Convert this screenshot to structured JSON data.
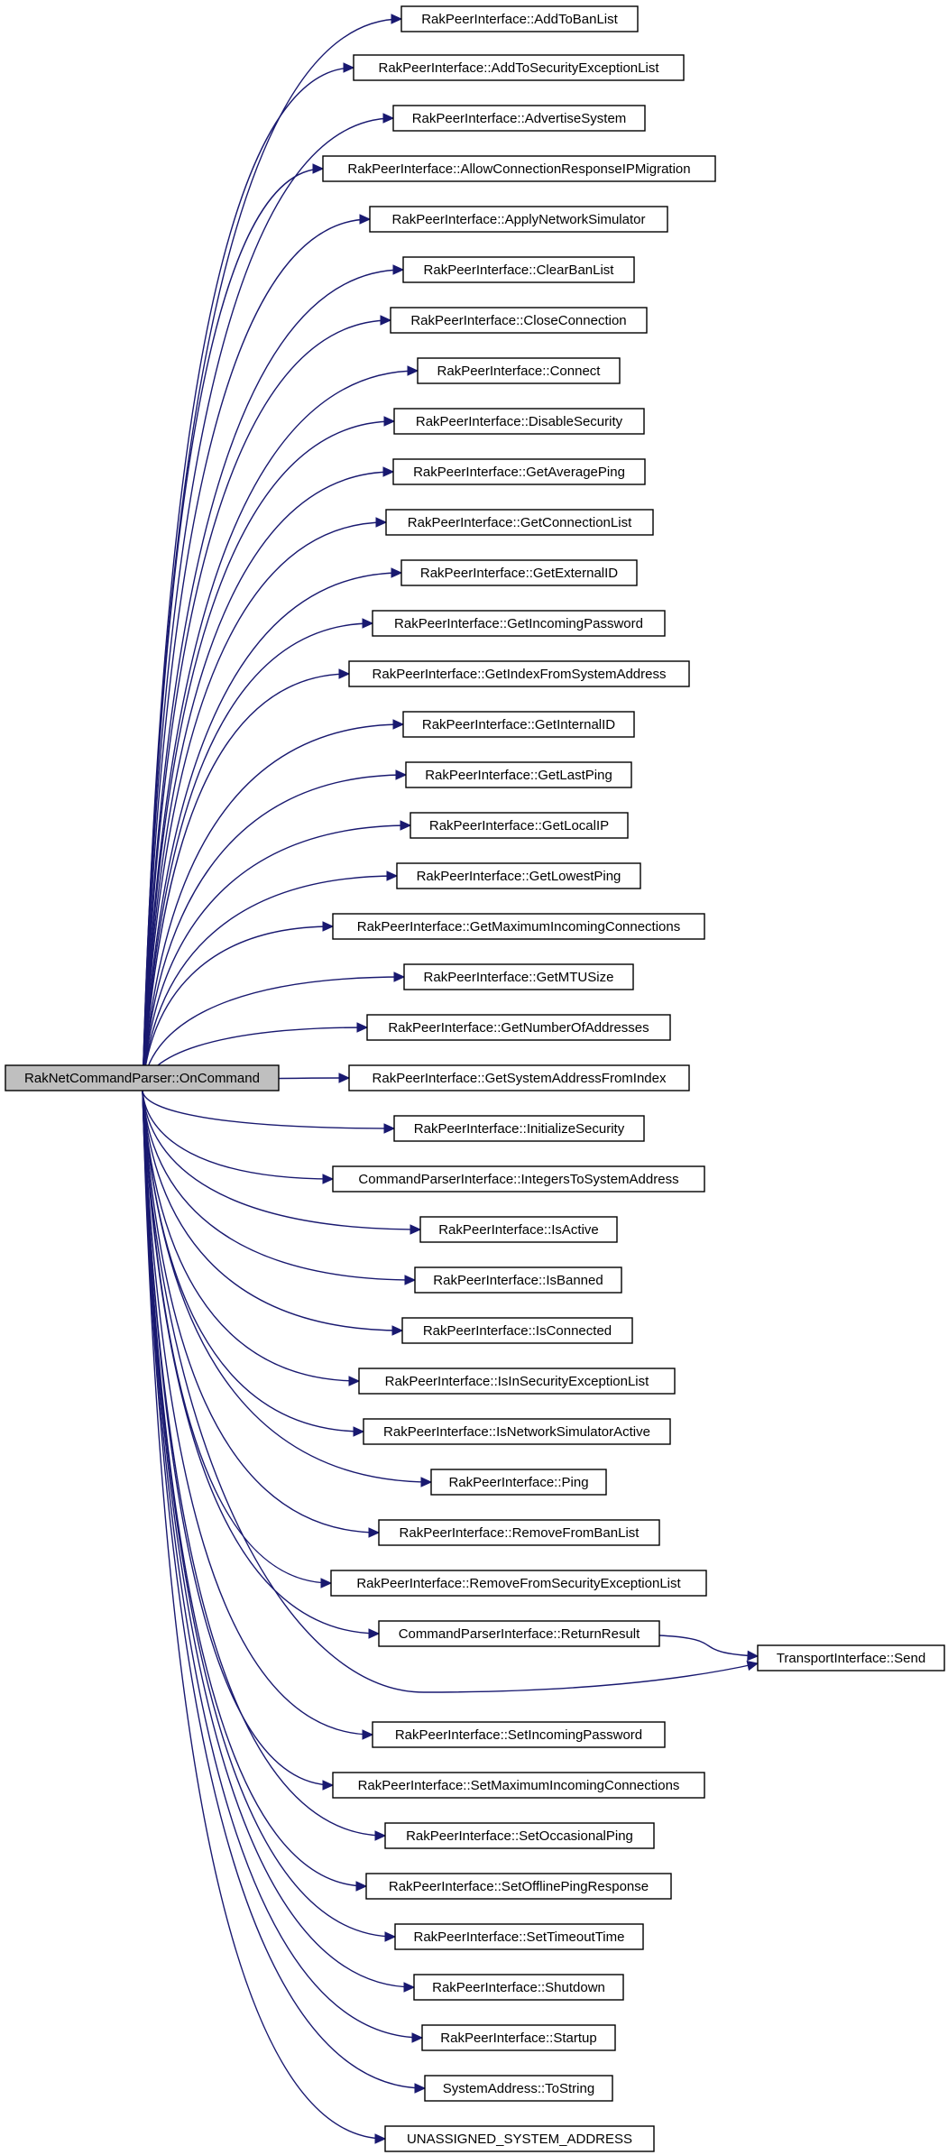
{
  "root": "RakNetCommandParser::OnCommand",
  "callees": [
    "RakPeerInterface::AddToBanList",
    "RakPeerInterface::AddToSecurityExceptionList",
    "RakPeerInterface::AdvertiseSystem",
    "RakPeerInterface::AllowConnectionResponseIPMigration",
    "RakPeerInterface::ApplyNetworkSimulator",
    "RakPeerInterface::ClearBanList",
    "RakPeerInterface::CloseConnection",
    "RakPeerInterface::Connect",
    "RakPeerInterface::DisableSecurity",
    "RakPeerInterface::GetAveragePing",
    "RakPeerInterface::GetConnectionList",
    "RakPeerInterface::GetExternalID",
    "RakPeerInterface::GetIncomingPassword",
    "RakPeerInterface::GetIndexFromSystemAddress",
    "RakPeerInterface::GetInternalID",
    "RakPeerInterface::GetLastPing",
    "RakPeerInterface::GetLocalIP",
    "RakPeerInterface::GetLowestPing",
    "RakPeerInterface::GetMaximumIncomingConnections",
    "RakPeerInterface::GetMTUSize",
    "RakPeerInterface::GetNumberOfAddresses",
    "RakPeerInterface::GetSystemAddressFromIndex",
    "RakPeerInterface::InitializeSecurity",
    "CommandParserInterface::IntegersToSystemAddress",
    "RakPeerInterface::IsActive",
    "RakPeerInterface::IsBanned",
    "RakPeerInterface::IsConnected",
    "RakPeerInterface::IsInSecurityExceptionList",
    "RakPeerInterface::IsNetworkSimulatorActive",
    "RakPeerInterface::Ping",
    "RakPeerInterface::RemoveFromBanList",
    "RakPeerInterface::RemoveFromSecurityExceptionList",
    "CommandParserInterface::ReturnResult",
    "RakPeerInterface::SetIncomingPassword",
    "RakPeerInterface::SetMaximumIncomingConnections",
    "RakPeerInterface::SetOccasionalPing",
    "RakPeerInterface::SetOfflinePingResponse",
    "RakPeerInterface::SetTimeoutTime",
    "RakPeerInterface::Shutdown",
    "RakPeerInterface::Startup",
    "SystemAddress::ToString",
    "UNASSIGNED_SYSTEM_ADDRESS"
  ],
  "extra_node": "TransportInterface::Send",
  "colors": {
    "edge": "#191970",
    "root_fill": "#bfbfbf",
    "node_fill": "#ffffff",
    "node_border": "#000000"
  }
}
